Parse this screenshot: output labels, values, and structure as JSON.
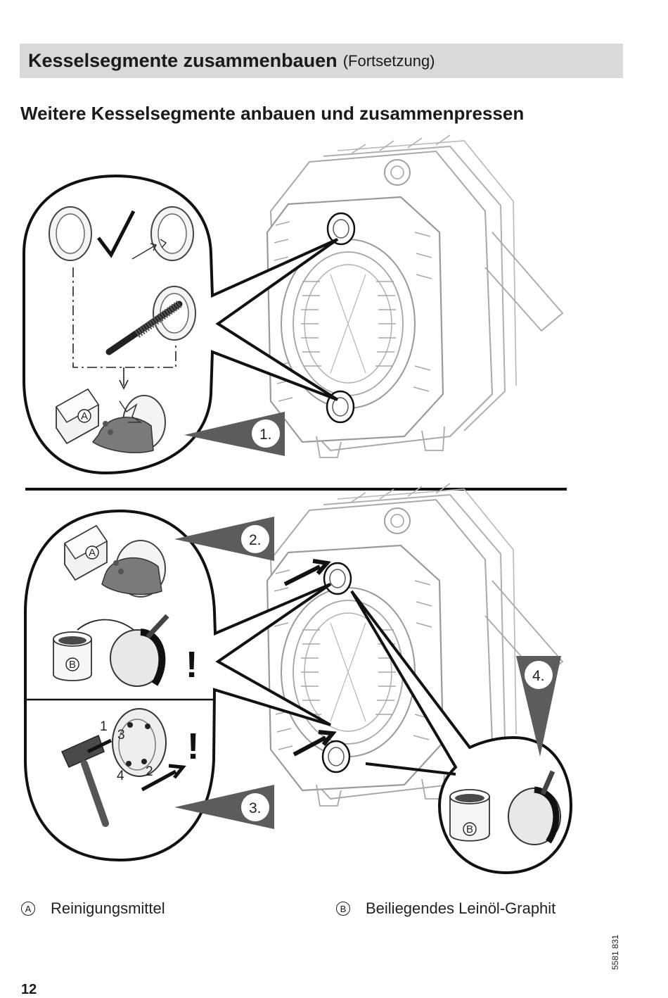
{
  "header": {
    "title": "Kesselsegmente zusammenbauen",
    "subtitle": "(Fortsetzung)"
  },
  "section_title": "Weitere Kesselsegmente anbauen und zusammenpressen",
  "steps": [
    "1.",
    "2.",
    "3.",
    "4."
  ],
  "callouts": {
    "a": "A",
    "b": "B"
  },
  "numbers": [
    "1",
    "2",
    "3",
    "4"
  ],
  "exclamation": "!",
  "legend": [
    {
      "letter": "A",
      "text": "Reinigungsmittel"
    },
    {
      "letter": "B",
      "text": "Beiliegendes Leinöl-Graphit"
    }
  ],
  "doc_number": "5581 831",
  "page_number": "12",
  "colors": {
    "header_bg": "#d9d9d9",
    "pointer": "#5a5a5a",
    "line": "#111111",
    "drawing": "#9a9a9a"
  }
}
